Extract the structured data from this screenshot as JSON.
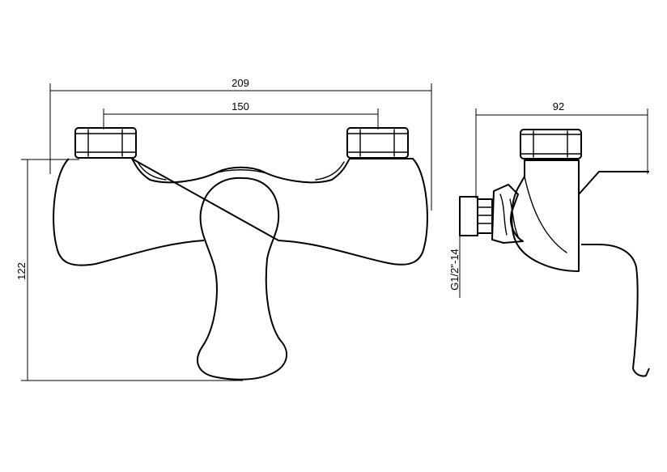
{
  "drawing": {
    "front_view": {
      "overall_width_label": "209",
      "inlet_spacing_label": "150",
      "height_label": "122"
    },
    "side_view": {
      "depth_label": "92",
      "thread_label": "G1/2\"-14"
    }
  }
}
